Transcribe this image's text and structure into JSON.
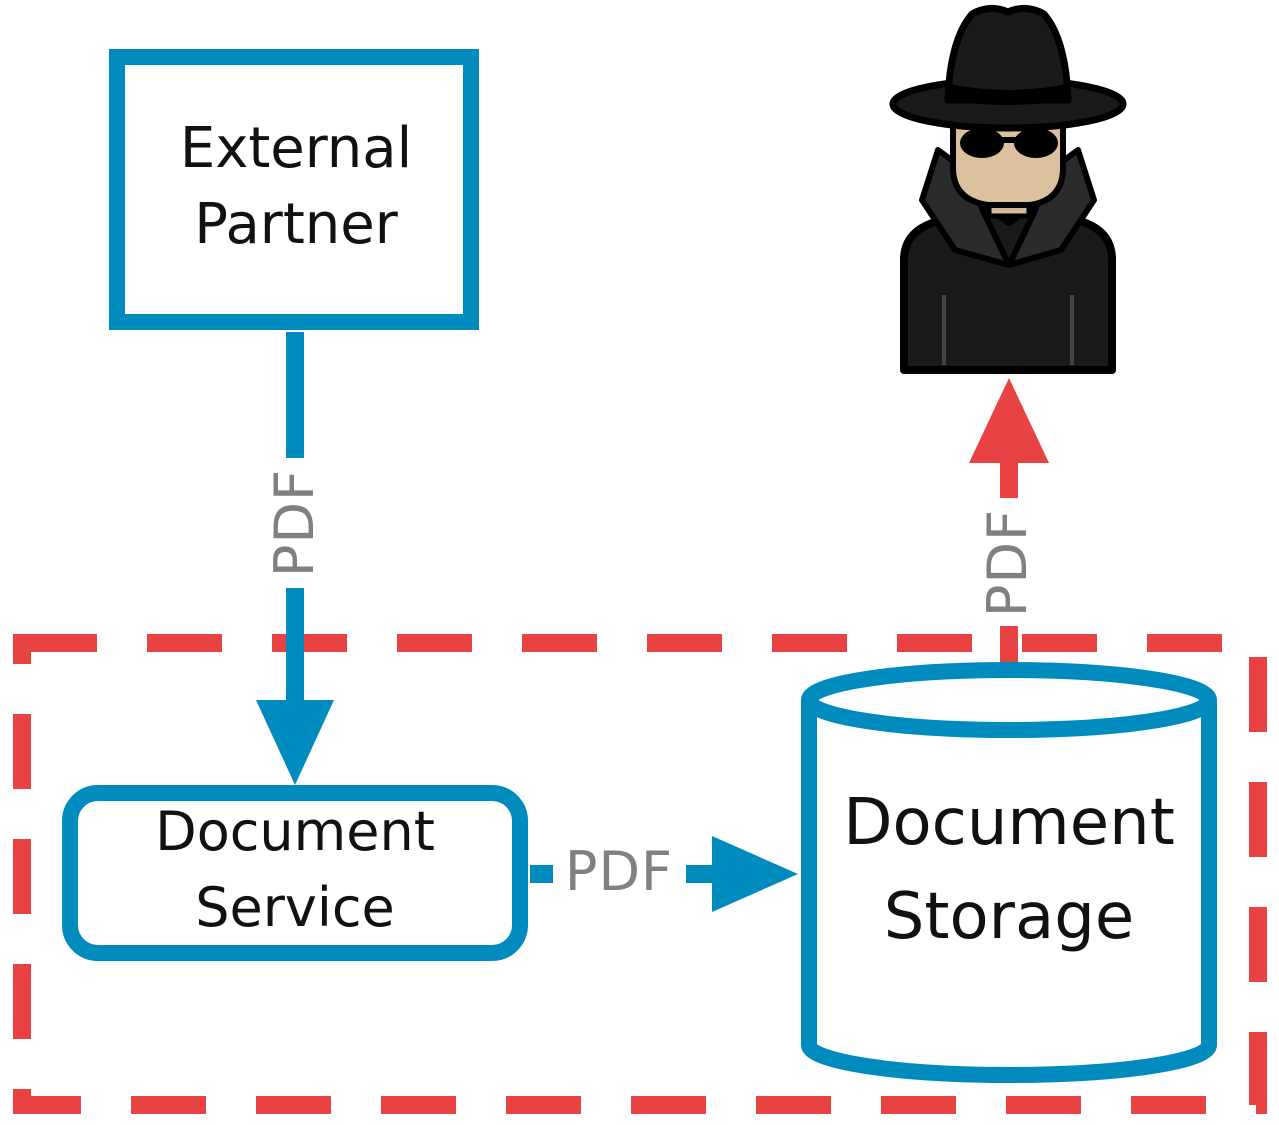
{
  "nodes": {
    "external_partner": {
      "line1": "External",
      "line2": "Partner"
    },
    "document_service": {
      "line1": "Document",
      "line2": "Service"
    },
    "document_storage": {
      "line1": "Document",
      "line2": "Storage"
    },
    "attacker": {
      "icon": "spy-icon"
    }
  },
  "edges": {
    "partner_to_service": {
      "label": "PDF"
    },
    "service_to_storage": {
      "label": "PDF"
    },
    "storage_to_attacker": {
      "label": "PDF"
    }
  },
  "colors": {
    "flow": "#008bbf",
    "threat": "#e84242",
    "label_gray": "#808080",
    "text": "#111111"
  }
}
